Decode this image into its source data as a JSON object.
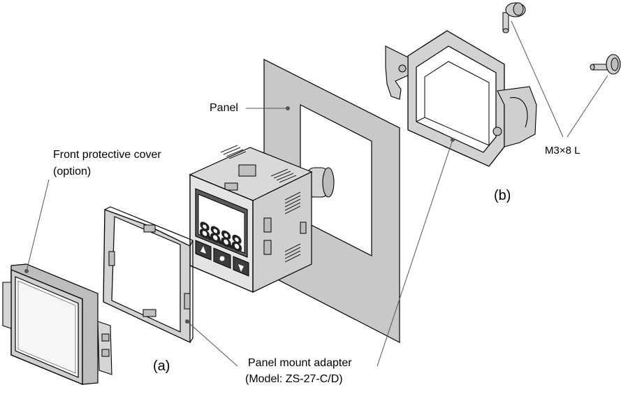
{
  "labels": {
    "panel": "Panel",
    "front_cover_line1": "Front protective cover",
    "front_cover_line2": "(option)",
    "adapter_line1": "Panel mount adapter",
    "adapter_line2": "(Model: ZS-27-C/D)",
    "screw": "M3×8 L",
    "part_a": "(a)",
    "part_b": "(b)"
  },
  "display": {
    "digits": "8.8.8.8"
  },
  "colors": {
    "panel_fill": "#c8c8c8",
    "part_fill": "#d4d4d4",
    "dark_fill": "#8a8a8a",
    "line": "#000000",
    "leader": "#555555"
  }
}
